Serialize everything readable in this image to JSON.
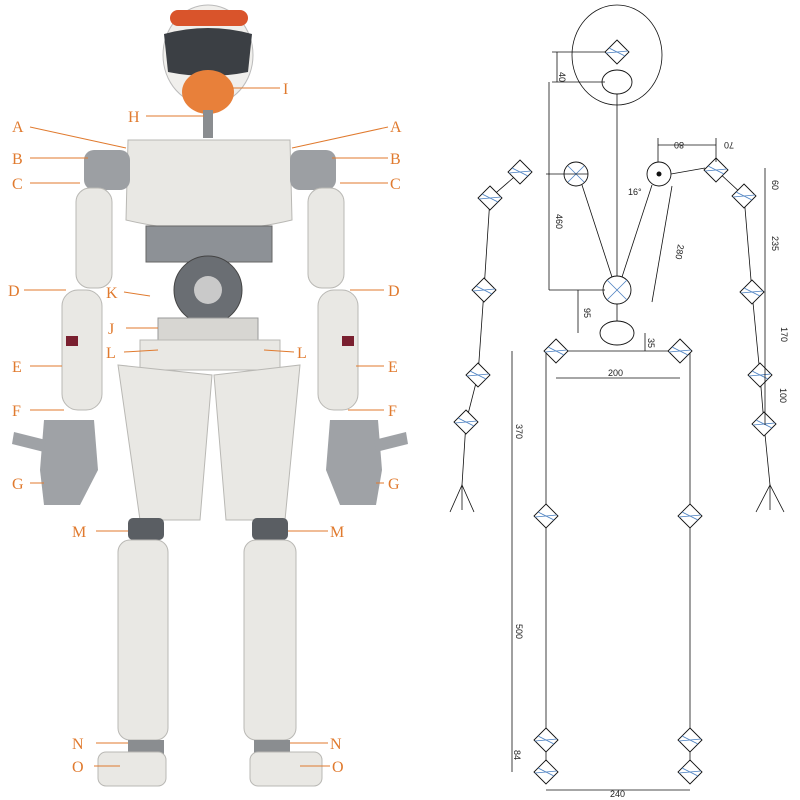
{
  "figure": {
    "labels": {
      "A": "A",
      "B": "B",
      "C": "C",
      "D": "D",
      "E": "E",
      "F": "F",
      "G": "G",
      "H": "H",
      "I": "I",
      "J": "J",
      "K": "K",
      "L": "L",
      "M": "M",
      "N": "N",
      "O": "O"
    },
    "dimensions": {
      "d40": "40",
      "d80": "80",
      "d70": "70",
      "d16deg": "16°",
      "d460": "460",
      "d280": "280",
      "d60": "60",
      "d235": "235",
      "d170": "170",
      "d100": "100",
      "d95": "95",
      "d35": "35",
      "d200": "200",
      "d370": "370",
      "d500": "500",
      "d84": "84",
      "d240": "240"
    },
    "colors": {
      "label": "#e07a2e",
      "visor": "#e8803a",
      "shell": "#e9e8e4",
      "joint_cross": "#4a7fc0"
    }
  }
}
